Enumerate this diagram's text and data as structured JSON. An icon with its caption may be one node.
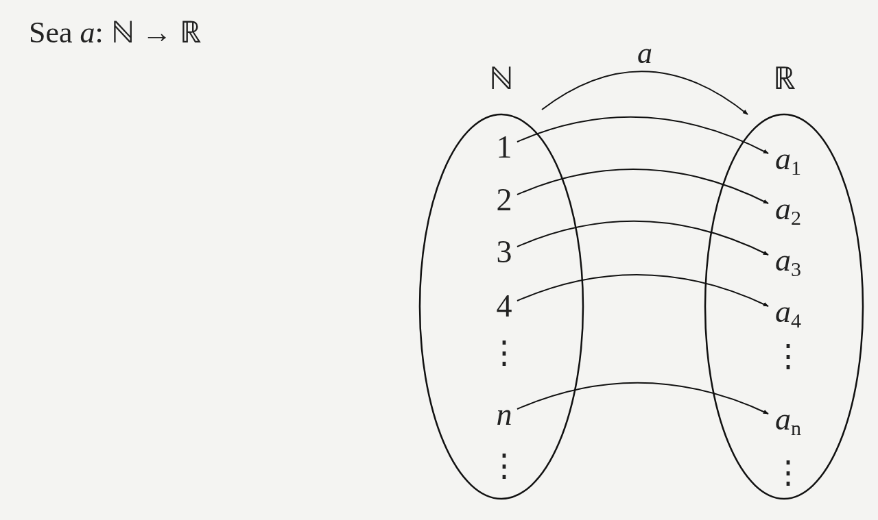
{
  "diagram": {
    "title": "Sea *a*: ℕ → ℝ",
    "nodes": [
      {
        "text": [
          "ℕ"
        ]
      },
      {
        "text": [
          "1"
        ],
        "in": 0
      },
      {
        "text": [
          "2"
        ],
        "in": 0
      },
      {
        "text": [
          "3"
        ],
        "in": 0
      },
      {
        "text": [
          "4"
        ],
        "in": 0
      },
      {
        "text": [
          "⋮"
        ],
        "in": 0
      },
      {
        "text": [
          "*n*"
        ],
        "in": 0
      },
      {
        "text": [
          "⋮"
        ],
        "in": 0
      },
      {
        "text": [
          "ℝ"
        ]
      },
      {
        "text": [
          "*a*$_{1}$"
        ],
        "in": 8
      },
      {
        "text": [
          "*a*$_{2}$"
        ],
        "in": 8
      },
      {
        "text": [
          "*a*$_{3}$"
        ],
        "in": 8
      },
      {
        "text": [
          "*a*$_{4}$"
        ],
        "in": 8
      },
      {
        "text": [
          "⋮"
        ],
        "in": 8
      },
      {
        "text": [
          "*a*$_{n}$"
        ],
        "in": 8
      },
      {
        "text": [
          "⋮"
        ],
        "in": 8
      }
    ],
    "edges": [
      {
        "from": 0,
        "to": 8,
        "arrow": "to",
        "label": "*a*"
      },
      {
        "from": 1,
        "to": 9,
        "arrow": "to"
      },
      {
        "from": 2,
        "to": 10,
        "arrow": "to"
      },
      {
        "from": 3,
        "to": 11,
        "arrow": "to"
      },
      {
        "from": 4,
        "to": 12,
        "arrow": "to"
      },
      {
        "from": 6,
        "to": 14,
        "arrow": "to"
      }
    ]
  }
}
